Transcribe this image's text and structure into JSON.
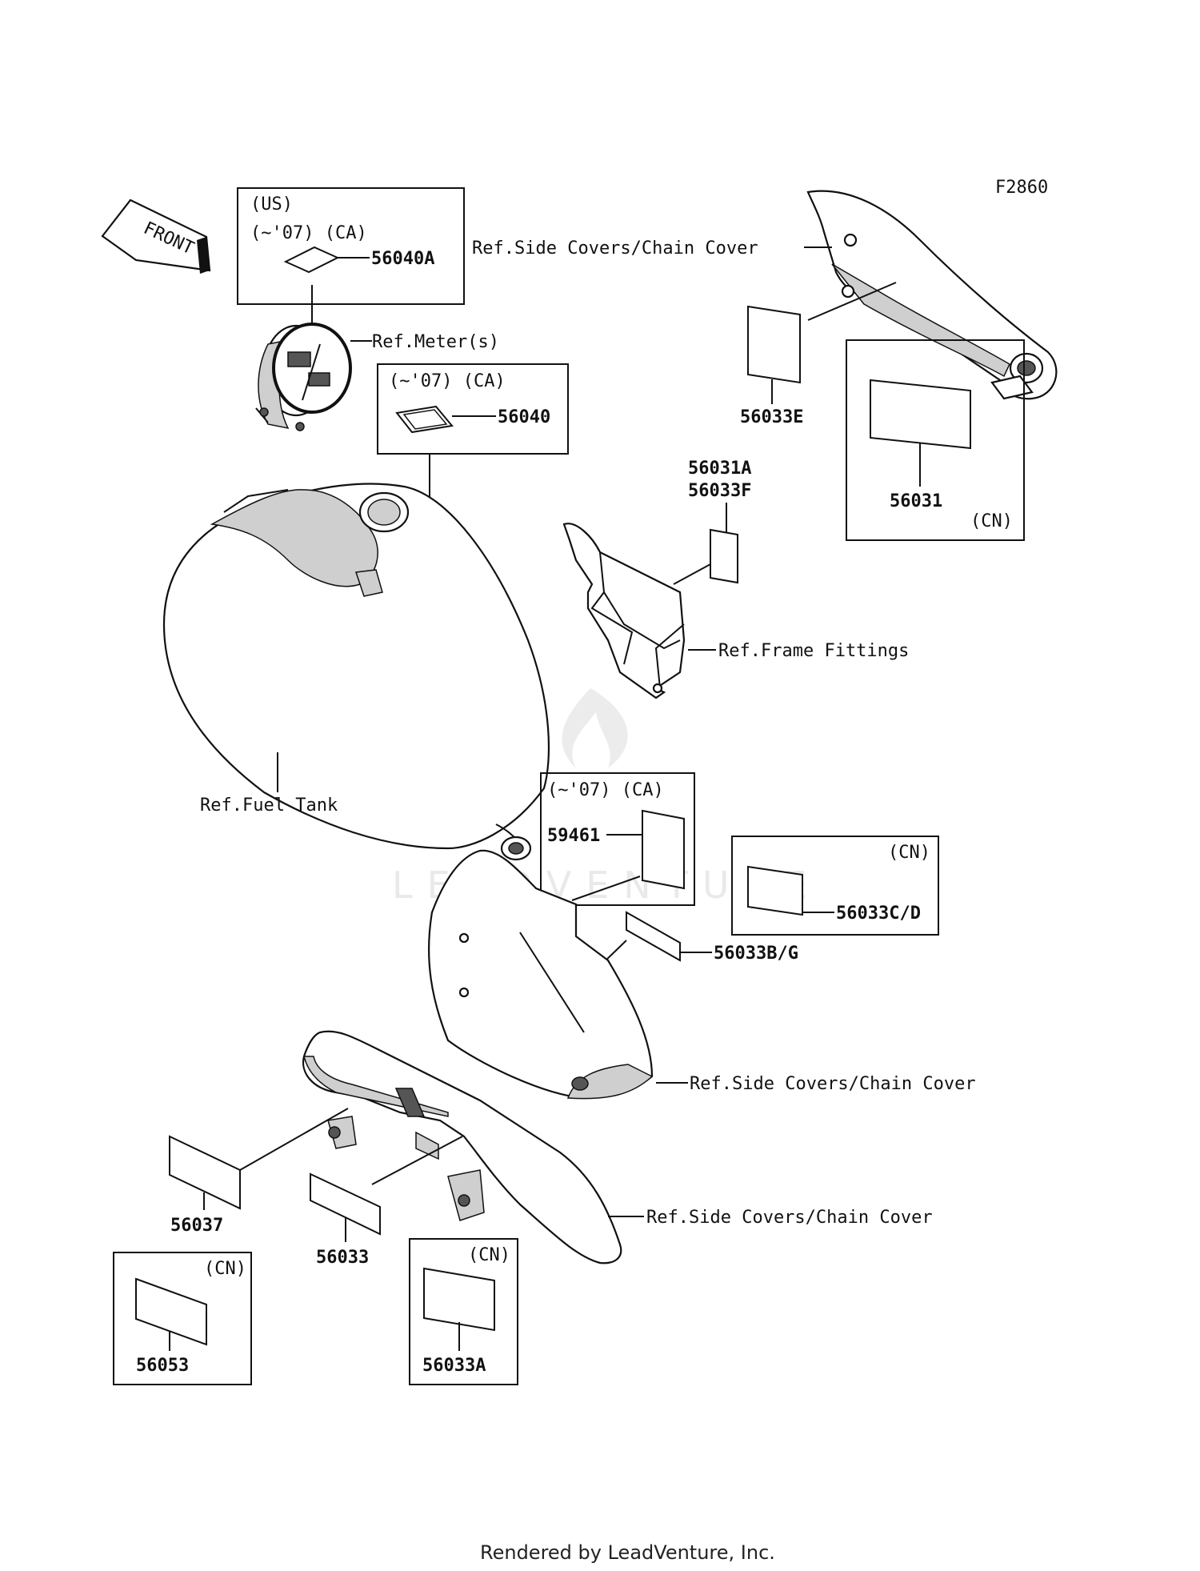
{
  "diagram_code": "F2860",
  "front_label": "FRONT",
  "watermark": "LEADVENTURE",
  "footer": "Rendered by LeadVenture, Inc.",
  "boxes": {
    "us_ca": {
      "line1": "(US)",
      "line2": "(~'07) (CA)",
      "part": "56040A"
    },
    "ca_56040": {
      "line1": "(~'07) (CA)",
      "part": "56040"
    },
    "ca_59461": {
      "line1": "(~'07) (CA)",
      "part": "59461"
    },
    "cn_56033cd": {
      "tag": "(CN)",
      "part": "56033C/D"
    },
    "cn_56031": {
      "tag": "(CN)",
      "part": "56031"
    },
    "cn_56053": {
      "tag": "(CN)",
      "part": "56053"
    },
    "cn_56033a": {
      "tag": "(CN)",
      "part": "56033A"
    }
  },
  "parts": {
    "p56033e": "56033E",
    "p56031a": "56031A",
    "p56033f": "56033F",
    "p56033bg": "56033B/G",
    "p56037": "56037",
    "p56033": "56033"
  },
  "refs": {
    "side_covers_top": "Ref.Side Covers/Chain Cover",
    "meter": "Ref.Meter(s)",
    "frame_fittings": "Ref.Frame Fittings",
    "fuel_tank": "Ref.Fuel Tank",
    "side_covers_mid": "Ref.Side Covers/Chain Cover",
    "side_covers_bottom": "Ref.Side Covers/Chain Cover"
  }
}
